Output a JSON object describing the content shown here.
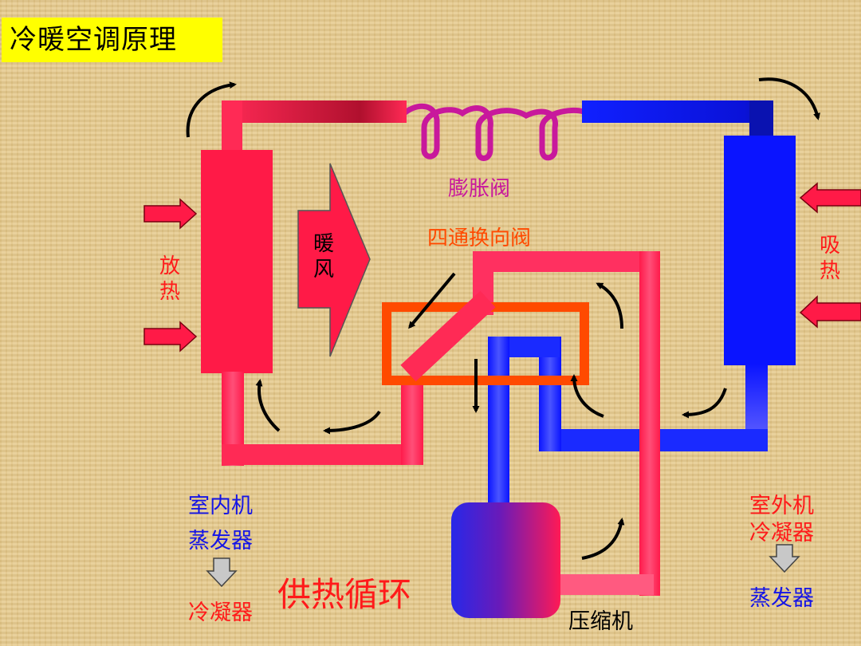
{
  "title": "冷暖空调原理",
  "labels": {
    "expansion_valve": "膨胀阀",
    "four_way_valve": "四通换向阀",
    "warm_air": "暖风",
    "release_heat": "放热",
    "absorb_heat": "吸热",
    "indoor_unit": "室内机",
    "indoor_evaporator": "蒸发器",
    "indoor_condenser": "冷凝器",
    "outdoor_unit": "室外机",
    "outdoor_condenser": "冷凝器",
    "outdoor_evaporator": "蒸发器",
    "heating_cycle": "供热循环",
    "compressor": "压缩机"
  },
  "colors": {
    "hot": "#ff1a47",
    "cold": "#0a14ff",
    "valve_coil": "#c8189c",
    "valve_body": "#ff4a00",
    "label_red": "#ff1a1a",
    "label_blue": "#1414e6",
    "title_bg": "#ffff00"
  }
}
